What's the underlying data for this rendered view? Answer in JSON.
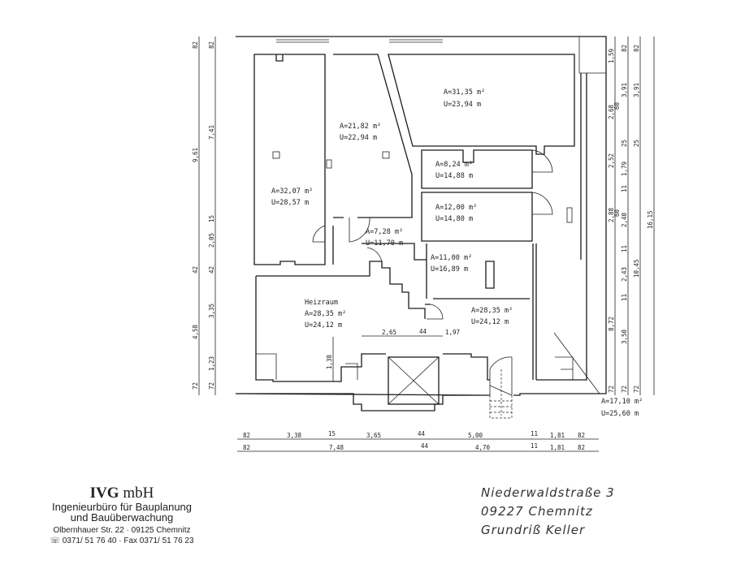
{
  "rooms": [
    {
      "area": "A=32,07 m²",
      "perimeter": "U=28,57 m"
    },
    {
      "area": "A=21,82 m²",
      "perimeter": "U=22,94 m"
    },
    {
      "area": "A=31,35 m²",
      "perimeter": "U=23,94 m"
    },
    {
      "area": "A=8,24 m²",
      "perimeter": "U=14,88 m"
    },
    {
      "area": "A=12,00 m²",
      "perimeter": "U=14,80 m"
    },
    {
      "area": "A=7,28 m²",
      "perimeter": "U=11,70 m"
    },
    {
      "area": "A=11,00 m²",
      "perimeter": "U=16,89 m"
    },
    {
      "name": "Heizraum",
      "area": "A=28,35 m²",
      "perimeter": "U=24,12 m"
    },
    {
      "area": "A=28,35 m²",
      "perimeter": "U=24,12 m"
    },
    {
      "area": "A=17,10 m²",
      "perimeter": "U=25,60 m"
    }
  ],
  "dims": {
    "left_outer": [
      "82",
      "9,61",
      "42",
      "4,58",
      "72"
    ],
    "left_inner": [
      "82",
      "7,41",
      "15",
      "2,05",
      "42",
      "3,35",
      "1,23",
      "72"
    ],
    "right_1": [
      "1,59",
      "2,68",
      "2,52",
      "2,88",
      "8,72",
      "72"
    ],
    "right_2": [
      "82",
      "3,91",
      "60",
      "25",
      "1,79",
      "11",
      "60",
      "2,40",
      "11",
      "2,43",
      "11",
      "3,50",
      "72"
    ],
    "right_3": [
      "82",
      "3,91",
      "25",
      "10,45",
      "72"
    ],
    "right_4": [
      "16,15"
    ],
    "bottom_1": [
      "82",
      "3,38",
      "15",
      "3,65",
      "44",
      "5,00",
      "11",
      "1,81",
      "82"
    ],
    "bottom_2": [
      "82",
      "7,48",
      "44",
      "4,70",
      "11",
      "1,81",
      "82"
    ],
    "inner": [
      "2,65",
      "44",
      "1,97",
      "1,38"
    ]
  },
  "company": {
    "name_bold": "IVG",
    "name_rest": " mbH",
    "line1": "Ingenieurbüro für Bauplanung",
    "line2": "und Bauüberwachung",
    "address": "Olbernhauer Str. 22 · 09125 Chemnitz",
    "phone": "☏ 0371/ 51 76 40 · Fax 0371/ 51 76 23"
  },
  "project": {
    "street": "Niederwaldstraße 3",
    "city": "09227 Chemnitz",
    "drawing": "Grundriß Keller"
  }
}
